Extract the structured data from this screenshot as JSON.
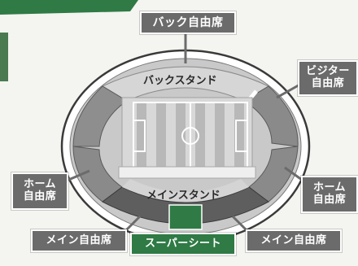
{
  "title_banner": {
    "color": "#2f7a45"
  },
  "stands": {
    "back": "バックスタンド",
    "main": "メインスタンド"
  },
  "sections": {
    "back_free": "バック自由席",
    "visitor_free": {
      "line1": "ビジター",
      "line2": "自由席"
    },
    "home_free_left": {
      "line1": "ホーム",
      "line2": "自由席"
    },
    "home_free_right": {
      "line1": "ホーム",
      "line2": "自由席"
    },
    "main_free_left": "メイン自由席",
    "super_seat": "スーパーシート",
    "main_free_right": "メイン自由席"
  },
  "colors": {
    "label_gray": "#6b6b6b",
    "super_seat_green": "#2f7a45",
    "ring_light": "#c8c8c8",
    "ring_dark": "#7a7a7a",
    "pitch": "#bdbdbd"
  }
}
